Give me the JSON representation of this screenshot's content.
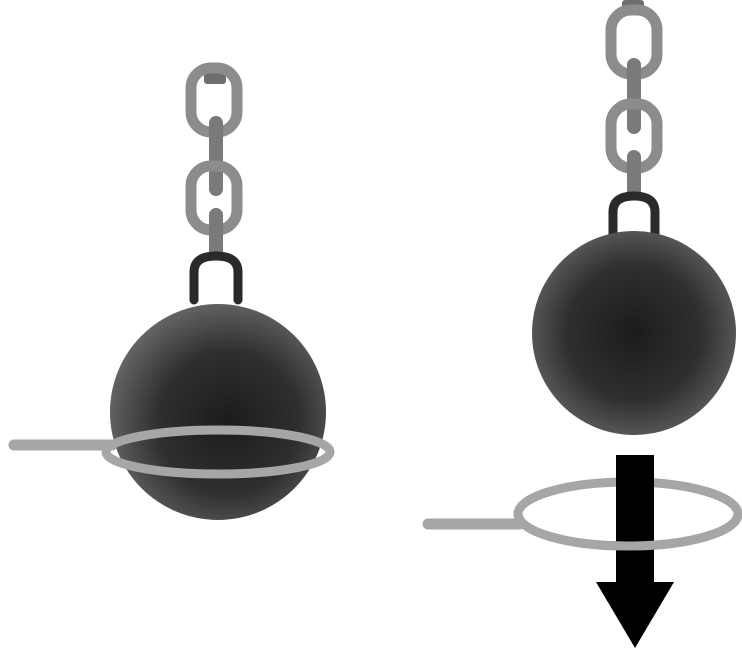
{
  "figures": [
    {
      "id": "ball-through-ring",
      "parts": [
        "chain",
        "iron-ball",
        "ring-with-handle"
      ],
      "state": "ball passing through ring"
    },
    {
      "id": "ball-above-ring",
      "parts": [
        "chain",
        "iron-ball",
        "ring-with-handle",
        "down-arrow"
      ],
      "state": "ball above ring"
    }
  ],
  "colors": {
    "ball_dark": "#1c1c1c",
    "ball_light": "#6b6b6b",
    "chain_grey": "#8c8c8c",
    "chain_dark": "#5a5a5a",
    "shackle": "#2a2a2a",
    "ring": "#a6a6a6",
    "arrow": "#000000"
  }
}
